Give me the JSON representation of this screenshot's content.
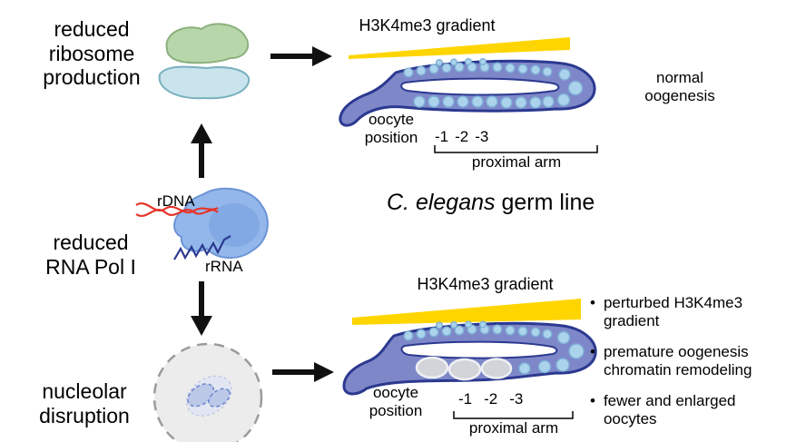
{
  "panels": {
    "top_left_label": "reduced ribosome production",
    "mid_left_label": "reduced RNA Pol I",
    "bottom_left_label": "nucleolar disruption",
    "rdna_label": "rDNA",
    "rrna_label": "rRNA"
  },
  "title": {
    "species": "C. elegans",
    "rest": " germ line"
  },
  "top_germline": {
    "gradient_label": "H3K4me3 gradient",
    "oocyte_position": "oocyte position",
    "positions": [
      "-1",
      "-2",
      "-3"
    ],
    "proximal_arm": "proximal arm",
    "outcome": "normal oogenesis"
  },
  "bottom_germline": {
    "gradient_label": "H3K4me3 gradient",
    "oocyte_position": "oocyte position",
    "positions": [
      "-1",
      "-2",
      "-3"
    ],
    "proximal_arm": "proximal arm"
  },
  "findings": {
    "bullet_char": "•",
    "items": [
      "perturbed H3K4me3 gradient",
      "premature oogenesis chromatin remodeling",
      "fewer and enlarged oocytes"
    ]
  },
  "colors": {
    "gradient_yellow": "#FFD500",
    "germline_fill": "#7E88C9",
    "germline_outline": "#2B3990",
    "nucleus_blue": "#ABD3EC",
    "oocyte_gray": "#D3D4D9",
    "ribosome_green": "#B7D7AB",
    "ribosome_blue": "#C9E4EC",
    "polymerase_blue": "#93B7EA",
    "rdna_red": "#E6352B",
    "arrow_black": "#111111"
  }
}
